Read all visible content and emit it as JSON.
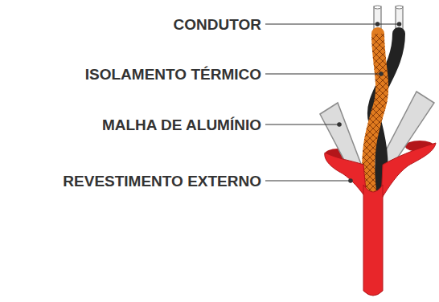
{
  "diagram": {
    "labels": [
      "CONDUTOR",
      "ISOLAMENTO TÉRMICO",
      "MALHA DE ALUMÍNIO",
      "REVESTIMENTO EXTERNO"
    ]
  }
}
